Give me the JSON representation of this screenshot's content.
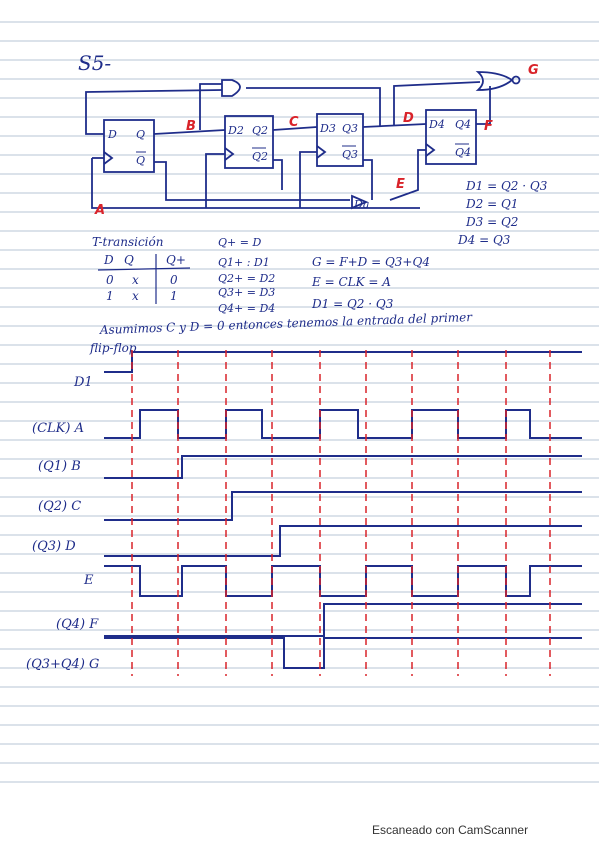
{
  "colors": {
    "ink": "#1f2d8a",
    "red": "#d9232a",
    "rule": "#9fb3c8",
    "paper": "#ffffff"
  },
  "header": {
    "title": "S5-"
  },
  "circuit": {
    "ff_labels": [
      {
        "d": "D",
        "q": "Q",
        "qn": "Q"
      },
      {
        "d": "D2",
        "q": "Q2",
        "qn": "Q2"
      },
      {
        "d": "D3",
        "q": "Q3",
        "qn": "Q3"
      },
      {
        "d": "D4",
        "q": "Q4",
        "qn": "Q4"
      }
    ],
    "node_labels": {
      "A": "A",
      "B": "B",
      "C": "C",
      "D": "D",
      "E": "E",
      "F": "F",
      "G": "G"
    },
    "inverter_label": "Da"
  },
  "equations_right": [
    "D1 = Q2 · Q3",
    "D2 = Q1",
    "D3 = Q2",
    "D4 = Q3"
  ],
  "transition": {
    "title": "T-transición",
    "headers": [
      "D",
      "Q",
      "Q+"
    ],
    "rows": [
      [
        "0",
        "x",
        "0"
      ],
      [
        "1",
        "x",
        "1"
      ]
    ]
  },
  "next_state": [
    "Q+ = D",
    "Q1+ : D1",
    "Q2+ = D2",
    "Q3+ = D3",
    "Q4+ = D4"
  ],
  "logic": [
    "G = F+D = Q3+Q4",
    "E = CLK = A",
    "D1 = Q2 · Q3"
  ],
  "assumption": [
    "Asumimos C y D = 0 entonces tenemos la entrada del primer",
    "flip-flop"
  ],
  "timing_labels": [
    "D1",
    "(CLK) A",
    "(Q1) B",
    "(Q2) C",
    "(Q3) D",
    "E",
    "(Q4) F",
    "(Q3+Q4) G"
  ],
  "footer": "Escaneado con CamScanner"
}
